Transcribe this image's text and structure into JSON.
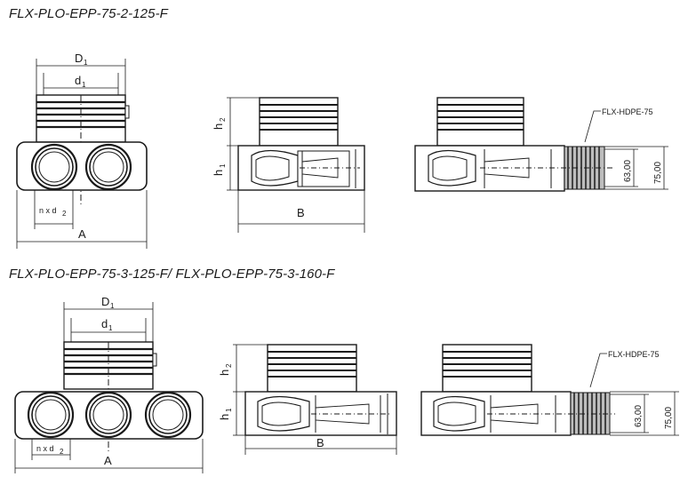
{
  "titles": {
    "top": "FLX-PLO-EPP-75-2-125-F",
    "bottom": "FLX-PLO-EPP-75-3-125-F/ FLX-PLO-EPP-75-3-160-F"
  },
  "labels": {
    "D": "D",
    "D_sub": "1",
    "d": "d",
    "d_sub": "1",
    "A": "A",
    "B": "B",
    "h": "h",
    "h1_sub": "1",
    "h2_sub": "2",
    "nxd": "n x d",
    "nxd_sub": "2",
    "hose": "FLX-HDPE-75",
    "dim_inner": "63,00",
    "dim_outer": "75,00"
  },
  "colors": {
    "line": "#1a1a1a",
    "fill": "#ffffff",
    "shade": "#bdbdbd"
  }
}
